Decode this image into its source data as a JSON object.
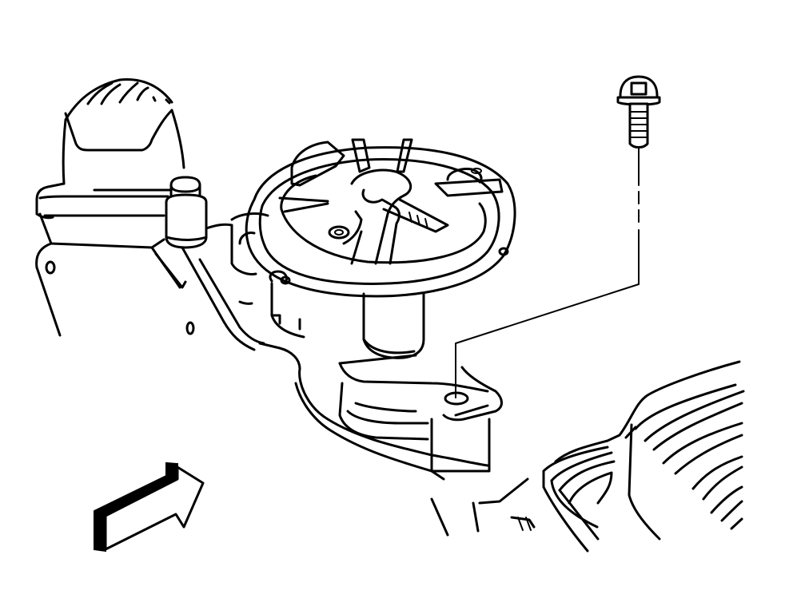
{
  "figure": {
    "type": "technical line drawing",
    "background": "#ffffff",
    "stroke_color": "#000000",
    "components": [
      {
        "id": "distributor",
        "label": "Distributor assembly (cap removed, rotor visible)"
      },
      {
        "id": "distributor-bolt",
        "label": "Flange bolt (exploded, with leader line to mounting hole)"
      },
      {
        "id": "hold-down-bolt",
        "label": "Hold-down bolt on bracket"
      },
      {
        "id": "bracket",
        "label": "Mounting bracket"
      },
      {
        "id": "intake-manifold",
        "label": "Intake manifold"
      },
      {
        "id": "view-arrow",
        "label": "View direction arrow"
      }
    ]
  }
}
